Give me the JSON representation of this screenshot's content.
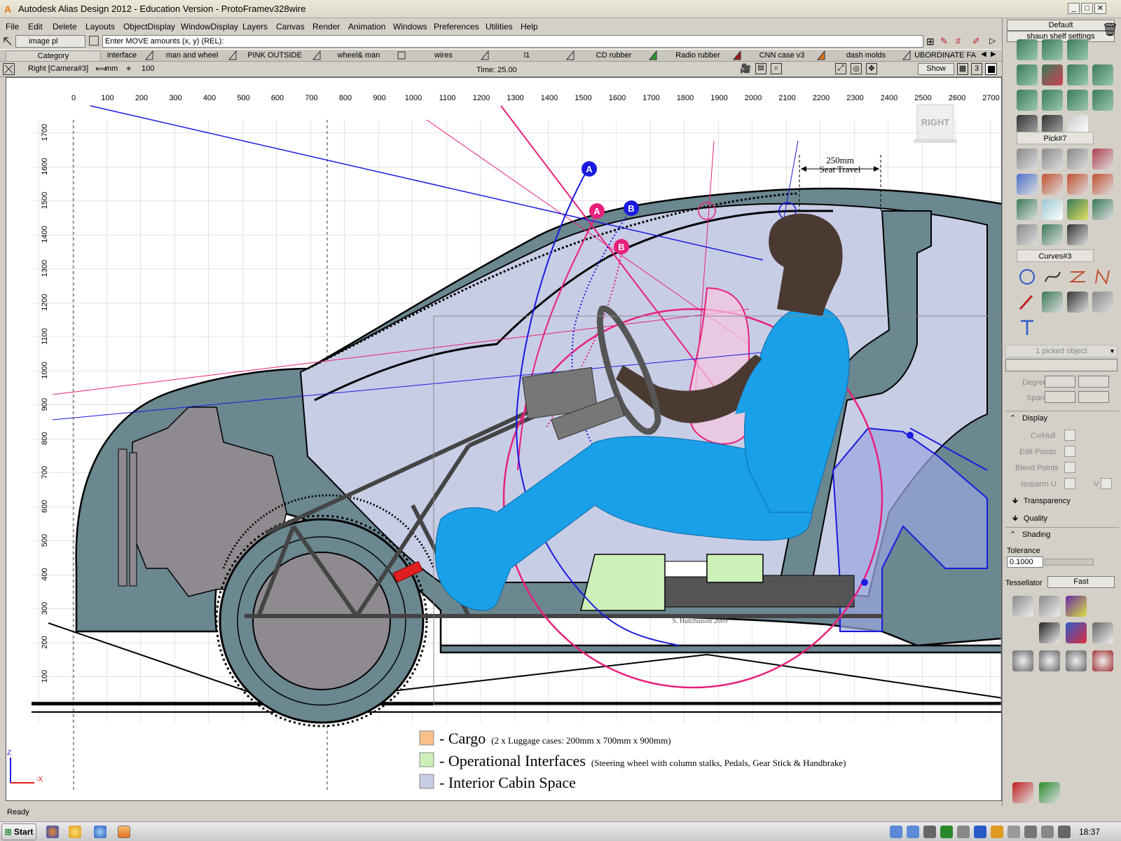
{
  "window": {
    "title": "Autodesk Alias Design 2012 - Education Version - ProtoFramev328wire"
  },
  "menu": [
    "File",
    "Edit",
    "Delete",
    "Layouts",
    "ObjectDisplay",
    "WindowDisplay",
    "Layers",
    "Canvas",
    "Render",
    "Animation",
    "Windows",
    "Preferences",
    "Utilities",
    "Help"
  ],
  "prompt": {
    "tool_name": "image pl",
    "text": "Enter MOVE amounts (x, y) (REL):"
  },
  "shelf": {
    "category_label": "Category",
    "layers": [
      "interface",
      "man and wheel",
      "PINK OUTSIDE",
      "wheel& man",
      "wires",
      "l1",
      "CD rubber",
      "Radio rubber",
      "CNN case v3",
      "dash molds",
      "UBORDINATE FA"
    ]
  },
  "viewbar": {
    "view_name": "Right [Camera#3]",
    "units": "mm",
    "grid_step": "100",
    "time": "Time: 25.00",
    "show_label": "Show",
    "page_num": "3"
  },
  "viewport": {
    "x_ticks": [
      "0",
      "100",
      "200",
      "300",
      "400",
      "500",
      "600",
      "700",
      "800",
      "900",
      "1000",
      "1100",
      "1200",
      "1300",
      "1400",
      "1500",
      "1600",
      "1700",
      "1800",
      "1900",
      "2000",
      "2100",
      "2200",
      "2300",
      "2400",
      "2500",
      "2600",
      "2700"
    ],
    "y_ticks": [
      "1700",
      "1600",
      "1500",
      "1400",
      "1300",
      "1200",
      "1100",
      "1000",
      "900",
      "800",
      "700",
      "600",
      "500",
      "400",
      "300",
      "200",
      "100"
    ],
    "view_cube": "RIGHT",
    "seat_travel_value": "250mm",
    "seat_travel_label": "Seat Travel",
    "marker_a": "A",
    "marker_b": "B",
    "signature": "S. Hutchinson 2009",
    "axis_z": "Z",
    "axis_x": "-X"
  },
  "legend": [
    {
      "title": "- Cargo",
      "detail": "(2 x Luggage cases: 200mm x 700mm x 900mm)",
      "color": "#f9c08c"
    },
    {
      "title": "- Operational Interfaces",
      "detail": "(Steering wheel with column stalks, Pedals, Gear Stick & Handbrake)",
      "color": "#ccf0b8"
    },
    {
      "title": "- Interior Cabin Space",
      "detail": "",
      "color": "#c8cde6"
    }
  ],
  "palette": {
    "preset": "Default",
    "shelf_settings": "shaun shelf settings",
    "pick_title": "Pick#7",
    "curves_title": "Curves#3",
    "picked_status": "1 picked object",
    "degree_label": "Degree",
    "spans_label": "Spans",
    "display_label": "Display",
    "cvhull_label": "Cv/Hull",
    "editpoints_label": "Edit Points",
    "blendpoints_label": "Blend Points",
    "isoparm_label": "Isoparm U",
    "isoparm_v_label": "V",
    "transparency_label": "Transparency",
    "quality_label": "Quality",
    "shading_label": "Shading",
    "tolerance_label": "Tolerance",
    "tolerance_value": "0.1000",
    "tessellator_label": "Tessellator",
    "tessellator_value": "Fast"
  },
  "status": {
    "text": "Ready"
  },
  "taskbar": {
    "start_label": "Start",
    "clock": "18:37"
  },
  "colors": {
    "car_body": "#6b8790",
    "cabin": "#c8cde6",
    "mannequin_body": "#1aa0e8",
    "mannequin_skin": "#4a3a32",
    "ergonomic_pink": "#e8207c",
    "ergonomic_blue": "#1a1ae0"
  }
}
